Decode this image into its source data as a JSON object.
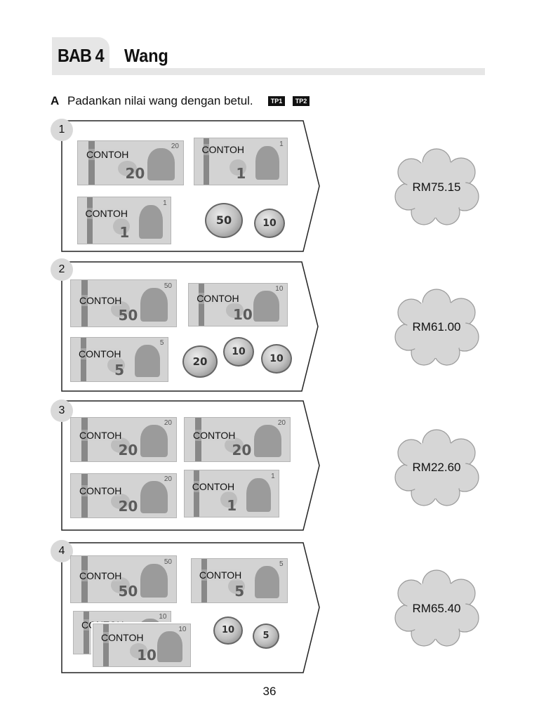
{
  "header": {
    "chapter_number": "BAB 4",
    "chapter_title": "Wang"
  },
  "instruction": {
    "letter": "A",
    "text": "Padankan nilai wang dengan betul.",
    "badges": [
      "TP1",
      "TP2"
    ]
  },
  "questions": [
    {
      "number": "1",
      "notes": [
        {
          "value": "20",
          "caption": "CONTOH"
        },
        {
          "value": "1",
          "caption": "CONTOH"
        },
        {
          "value": "1",
          "caption": "CONTOH"
        }
      ],
      "coins": [
        "50",
        "10"
      ],
      "answer": "RM75.15"
    },
    {
      "number": "2",
      "notes": [
        {
          "value": "50",
          "caption": "CONTOH"
        },
        {
          "value": "10",
          "caption": "CONTOH"
        },
        {
          "value": "5",
          "caption": "CONTOH"
        }
      ],
      "coins": [
        "20",
        "10",
        "10"
      ],
      "answer": "RM61.00"
    },
    {
      "number": "3",
      "notes": [
        {
          "value": "20",
          "caption": "CONTOH"
        },
        {
          "value": "20",
          "caption": "CONTOH"
        },
        {
          "value": "20",
          "caption": "CONTOH"
        },
        {
          "value": "1",
          "caption": "CONTOH"
        }
      ],
      "coins": [],
      "answer": "RM22.60"
    },
    {
      "number": "4",
      "notes": [
        {
          "value": "50",
          "caption": "CONTOH"
        },
        {
          "value": "5",
          "caption": "CONTOH"
        },
        {
          "value": "10",
          "caption": "CONTOH"
        },
        {
          "value": "10",
          "caption": "CONTOH"
        }
      ],
      "coins": [
        "10",
        "5"
      ],
      "answer": "RM65.40"
    }
  ],
  "page_number": "36"
}
